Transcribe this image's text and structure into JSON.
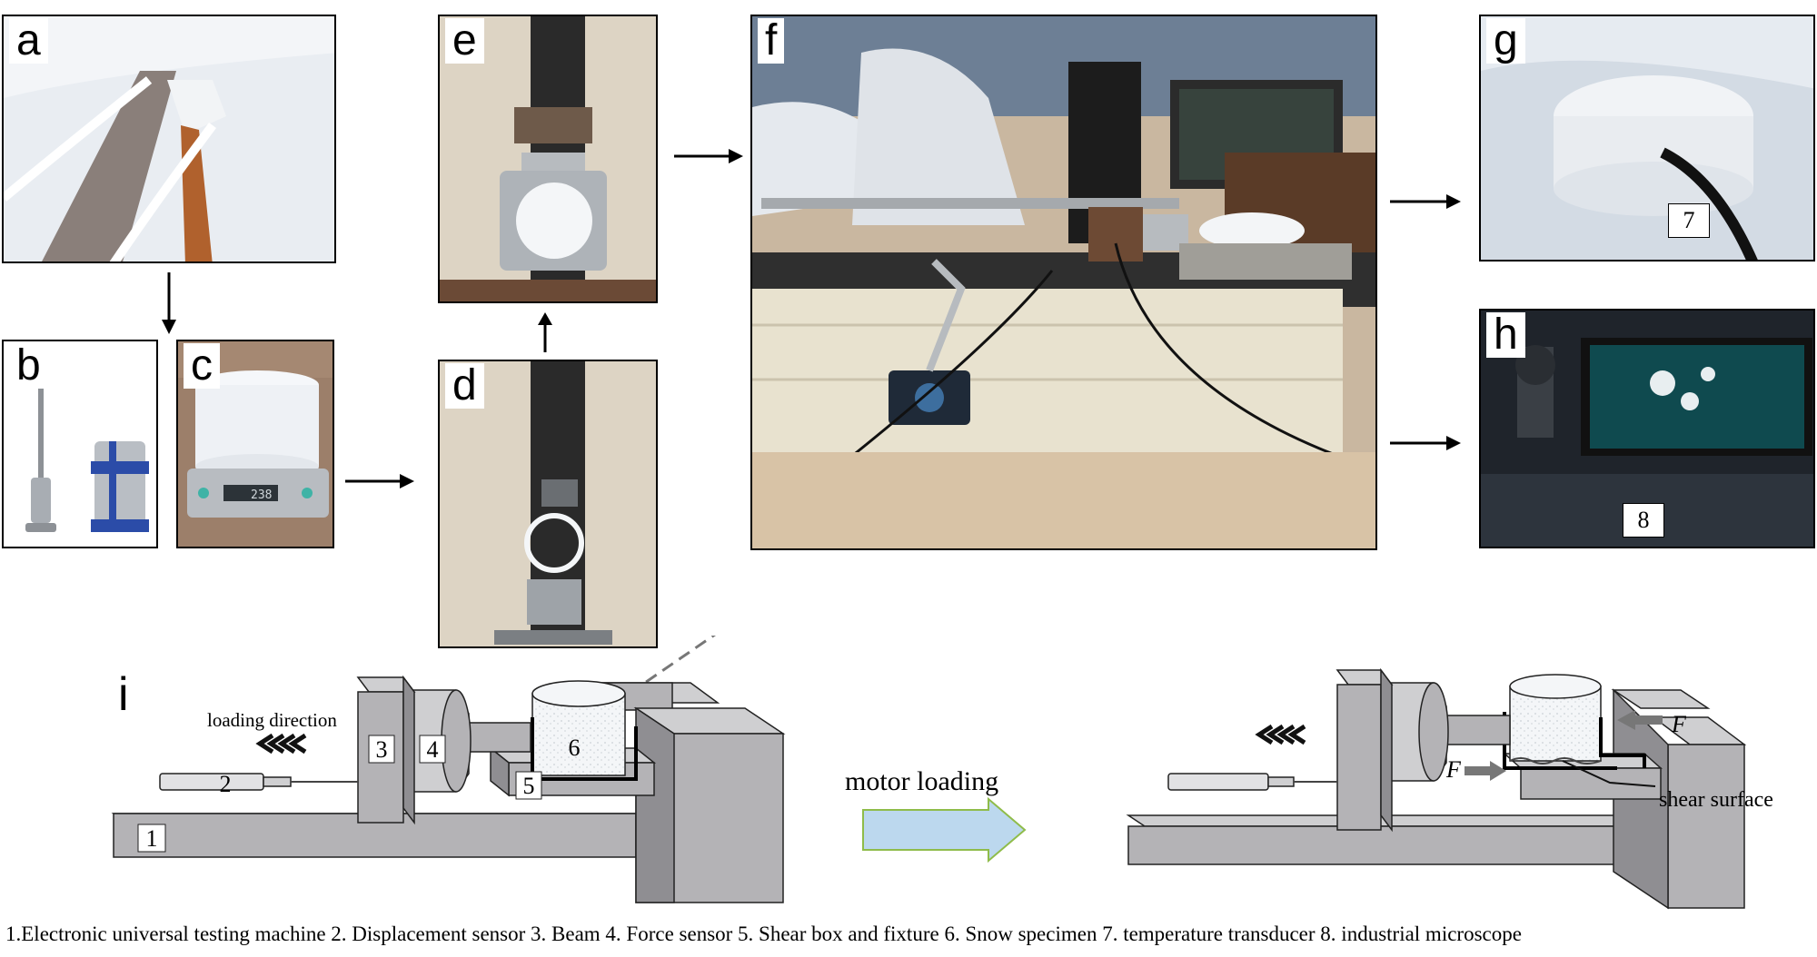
{
  "panels": {
    "a": {
      "label": "a"
    },
    "b": {
      "label": "b"
    },
    "c": {
      "label": "c",
      "scale_display": "238"
    },
    "d": {
      "label": "d"
    },
    "e": {
      "label": "e"
    },
    "f": {
      "label": "f"
    },
    "g": {
      "label": "g",
      "marker": "7"
    },
    "h": {
      "label": "h",
      "marker": "8"
    }
  },
  "diagram": {
    "label": "i",
    "loading_direction": "loading direction",
    "motor_loading": "motor loading",
    "shear_surface": "shear surface",
    "force_symbol": "F",
    "numbers": [
      "1",
      "2",
      "3",
      "4",
      "5",
      "6"
    ]
  },
  "caption": "1.Electronic universal testing machine 2. Displacement sensor 3. Beam 4. Force sensor 5. Shear box and fixture 6. Snow specimen 7. temperature transducer 8. industrial microscope",
  "colors": {
    "machine_gray": "#b4b3b6",
    "machine_dark": "#8f8e92",
    "snow": "#f4f6f8",
    "motor_arrow": "#bcd8ee"
  }
}
